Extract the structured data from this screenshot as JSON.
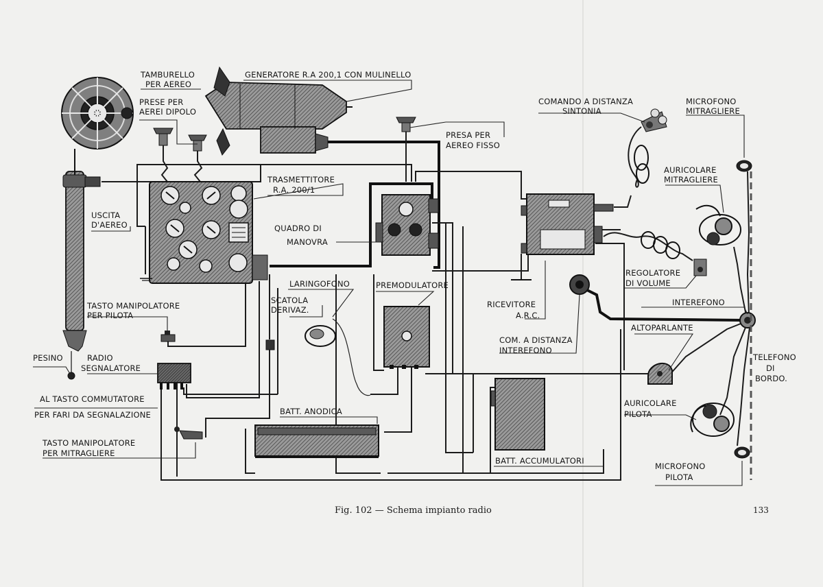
{
  "labels": {
    "tamburello": [
      "TAMBURELLO",
      "PER AEREO"
    ],
    "generatore": [
      "GENERATORE R.A 200,1 CON MULINELLO"
    ],
    "prese_dipolo": [
      "PRESE PER",
      "AEREI DIPOLO"
    ],
    "presa_fisso": [
      "PRESA PER",
      "AEREO FISSO"
    ],
    "comando_sintonia": [
      "COMANDO  A DISTANZA",
      "SINTONIA"
    ],
    "microfono_mitragliere": [
      "MICROFONO",
      "MITRAGLIERE"
    ],
    "auricolare_mitragliere": [
      "AURICOLARE",
      "MITRAGLIERE"
    ],
    "trasmettitore": [
      "TRASMETTITORE",
      "R.A. 200/1"
    ],
    "uscita_aereo": [
      "USCITA",
      "D'AEREO"
    ],
    "quadro_manovra": [
      "QUADRO  DI",
      "MANOVRA"
    ],
    "regolatore_volume": [
      "REGOLATORE",
      "DI VOLUME"
    ],
    "laringofono": [
      "LARINGOFONO"
    ],
    "premodulatore": [
      "PREMODULATORE"
    ],
    "scatola_derivaz": [
      "SCATOLA",
      "DERIVAZ."
    ],
    "tasto_pilota": [
      "TASTO MANIPOLATORE",
      "PER PILOTA"
    ],
    "ricevitore": [
      "RICEVITORE",
      "A.R.C."
    ],
    "interefono": [
      "INTEREFONO"
    ],
    "altoparlante": [
      "ALTOPARLANTE"
    ],
    "com_interefono": [
      "COM. A DISTANZA",
      "INTEREFONO"
    ],
    "telefono_bordo": [
      "TELEFONO",
      "DI",
      "BORDO."
    ],
    "pesino": [
      "PESINO"
    ],
    "radio_segnalatore": [
      "RADIO",
      "SEGNALATORE"
    ],
    "tasto_commutatore": [
      "AL TASTO COMMUTATORE",
      "PER FARI DA SEGNALAZIONE"
    ],
    "auricolare_pilota": [
      "AURICOLARE",
      "PILOTA"
    ],
    "batt_anodica": [
      "BATT.  ANODICA"
    ],
    "tasto_mitragliere": [
      "TASTO MANIPOLATORE",
      "PER MITRAGLIERE"
    ],
    "batt_accumulatori": [
      "BATT.  ACCUMULATORI"
    ],
    "microfono_pilota": [
      "MICROFONO",
      "PILOTA"
    ]
  },
  "caption": "Fig.  102 — Schema impianto radio",
  "page_number": "133",
  "colors": {
    "paper": "#f1f1ef",
    "ink": "#161616",
    "device_fill": "#8c8c8c"
  }
}
